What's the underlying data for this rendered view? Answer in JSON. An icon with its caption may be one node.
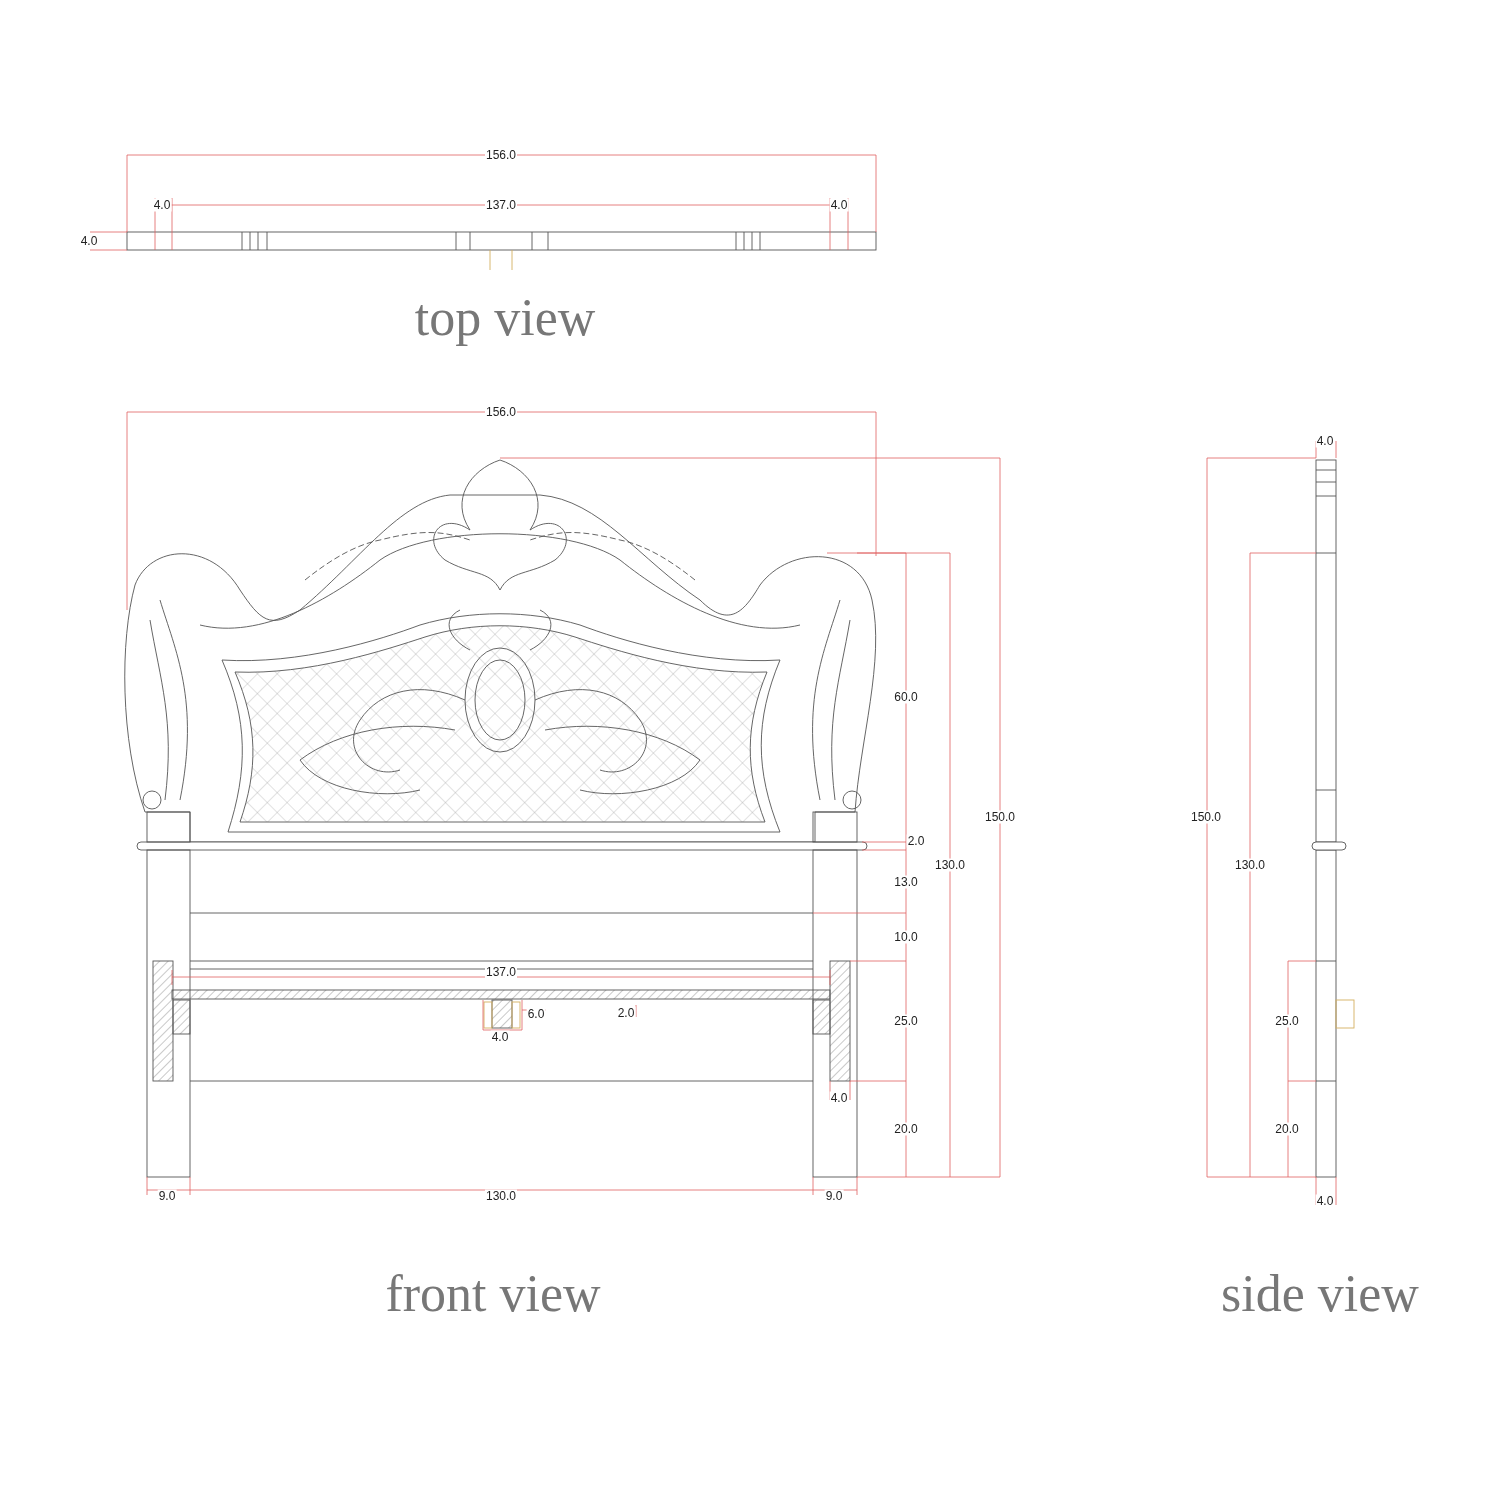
{
  "diagram": {
    "labels": [
      "156.0",
      "4.0",
      "137.0",
      "4.0",
      "4.0",
      "top view",
      "156.0",
      "4.0",
      "60.0",
      "150.0",
      "150.0",
      "2.0",
      "130.0",
      "130.0",
      "13.0",
      "10.0",
      "137.0",
      "6.0",
      "2.0",
      "25.0",
      "25.0",
      "4.0",
      "4.0",
      "20.0",
      "20.0",
      "9.0",
      "130.0",
      "9.0",
      "4.0",
      "front view",
      "side view"
    ]
  }
}
